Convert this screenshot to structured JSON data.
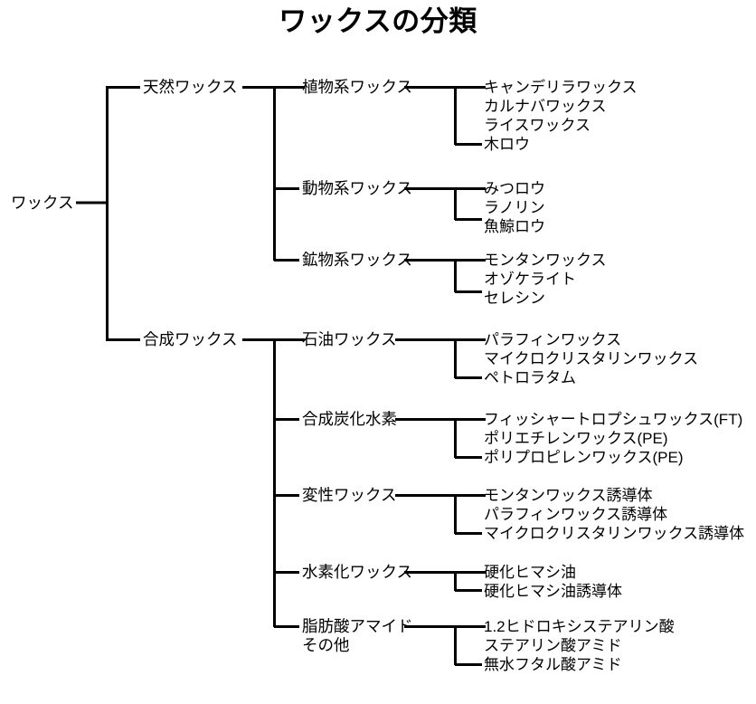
{
  "title": "ワックスの分類",
  "root": {
    "label": "ワックス"
  },
  "branches": [
    {
      "label": "天然ワックス",
      "children": [
        {
          "label": "植物系ワックス",
          "leaves": [
            "キャンデリラワックス",
            "カルナバワックス",
            "ライスワックス",
            "木ロウ"
          ]
        },
        {
          "label": "動物系ワックス",
          "leaves": [
            "みつロウ",
            "ラノリン",
            "魚鯨ロウ"
          ]
        },
        {
          "label": "鉱物系ワックス",
          "leaves": [
            "モンタンワックス",
            "オゾケライト",
            "セレシン"
          ]
        }
      ]
    },
    {
      "label": "合成ワックス",
      "children": [
        {
          "label": "石油ワックス",
          "leaves": [
            "パラフィンワックス",
            "マイクロクリスタリンワックス",
            "ペトロラタム"
          ]
        },
        {
          "label": "合成炭化水素",
          "leaves": [
            "フィッシャートロプシュワックス(FT)",
            "ポリエチレンワックス(PE)",
            "ポリプロピレンワックス(PE)"
          ]
        },
        {
          "label": "変性ワックス",
          "leaves": [
            "モンタンワックス誘導体",
            "パラフィンワックス誘導体",
            "マイクロクリスタリンワックス誘導体"
          ]
        },
        {
          "label": "水素化ワックス",
          "leaves": [
            "硬化ヒマシ油",
            "硬化ヒマシ油誘導体"
          ]
        },
        {
          "label": "脂肪酸アマイド",
          "label_line2": "その他",
          "leaves": [
            "1.2ヒドロキシステアリン酸",
            "ステアリン酸アミド",
            "無水フタル酸アミド"
          ]
        }
      ]
    }
  ],
  "colors": {
    "line": "#000000",
    "text": "#000000",
    "background": "#ffffff"
  }
}
